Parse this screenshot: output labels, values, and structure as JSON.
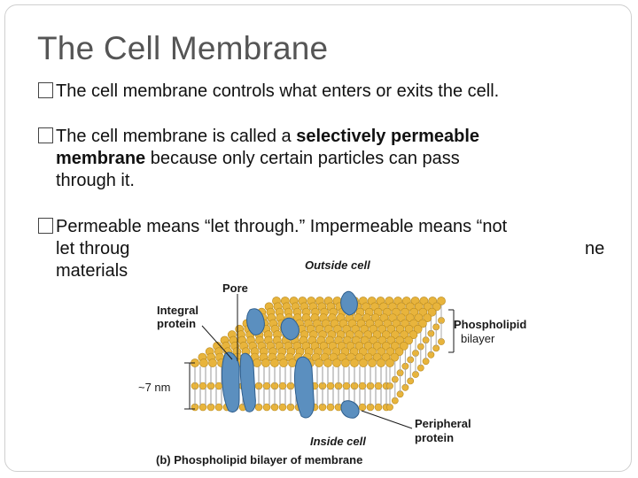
{
  "slide": {
    "title": "The Cell Membrane",
    "bullets": [
      {
        "text": "The cell membrane controls what enters or exits the cell."
      },
      {
        "pre": "The cell membrane is called a ",
        "bold1": "selectively permeable",
        "bold2": "membrane",
        "post": " because only certain particles can pass",
        "post2": "through it."
      },
      {
        "line1": "Permeable means “let through.” Impermeable means “not",
        "line2": "let throug",
        "line2_tail": "ne",
        "line3": "materials"
      }
    ]
  },
  "figure": {
    "labels": {
      "outside": "Outside cell",
      "pore": "Pore",
      "integral1": "Integral",
      "integral2": "protein",
      "phospho1": "Phospholipid",
      "phospho2": "bilayer",
      "thickness": "~7 nm",
      "peripheral1": "Peripheral",
      "peripheral2": "protein",
      "inside": "Inside cell"
    },
    "caption_letter": "(b)",
    "caption": "Phospholipid bilayer of membrane",
    "colors": {
      "head": "#e8b43c",
      "head_edge": "#b98a1f",
      "tail": "#d9d9d9",
      "protein": "#5b8fbf",
      "protein_edge": "#2f5f8e"
    }
  }
}
